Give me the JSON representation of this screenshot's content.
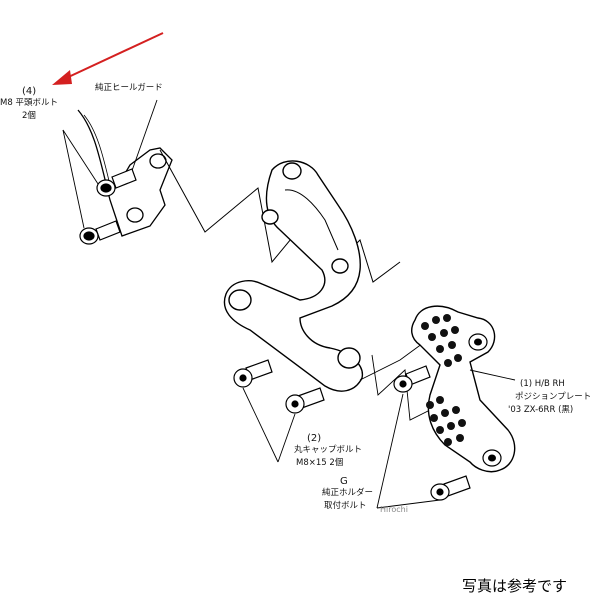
{
  "parts": {
    "p4": {
      "num": "(4)",
      "line1": "M8 平頭ボルト",
      "line2": "2個"
    },
    "heel_guard": {
      "label": "純正ヒールガード"
    },
    "p2": {
      "num": "(2)",
      "line1": "丸キャップボルト",
      "line2": "M8×15 2個"
    },
    "pG": {
      "num": "G",
      "line1": "純正ホルダー",
      "line2": "取付ボルト"
    },
    "p1": {
      "line1": "(1) H/B RH",
      "line2": "ポジションプレート",
      "line3": "'03 ZX-6RR (黒)"
    }
  },
  "watermark": "Hirochi",
  "caption": "写真は参考です",
  "colors": {
    "arrow": "#d42020",
    "plate_fill": "#111111",
    "line": "#000000"
  }
}
